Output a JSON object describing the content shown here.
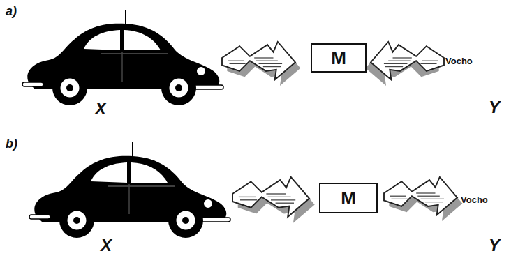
{
  "diagram": {
    "nodes": [
      {
        "text": [
          "M"
        ]
      },
      {
        "text": [
          "M"
        ]
      }
    ],
    "labels": [
      "a)",
      "X",
      "Vocho",
      "Y",
      "b)",
      "X",
      "Vocho",
      "Y"
    ]
  }
}
